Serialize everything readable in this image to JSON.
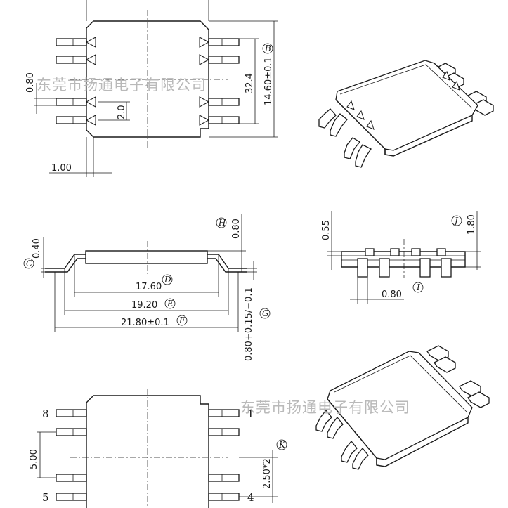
{
  "watermark": "东莞市扬通电子有限公司",
  "top_view": {
    "dim_pitch": "0.80",
    "dim_slot": "2.0",
    "dim_height": "32.4",
    "dim_overall": "14.60±0.1",
    "dim_offset": "1.00",
    "label_B": "B"
  },
  "side_view": {
    "dim_lead_thk": "0.40",
    "dim_standoff": "0.80",
    "dim_w1": "17.60",
    "dim_w2": "19.20",
    "dim_w3": "21.80±0.1",
    "dim_lead": "0.80+0.15/−0.1",
    "labels": {
      "C": "C",
      "H": "H",
      "D": "D",
      "E": "E",
      "F": "F",
      "G": "G"
    }
  },
  "end_view": {
    "dim_a": "0.55",
    "dim_b": "1.80",
    "dim_pin": "0.80",
    "labels": {
      "J": "J",
      "I": "I"
    }
  },
  "bottom_view": {
    "pin_left_top": "8",
    "pin_left_bottom": "5",
    "pin_right_top": "1",
    "pin_right_bottom": "4",
    "dim_span": "5.00",
    "dim_pitch": "2.50*2",
    "label_K": "K"
  }
}
